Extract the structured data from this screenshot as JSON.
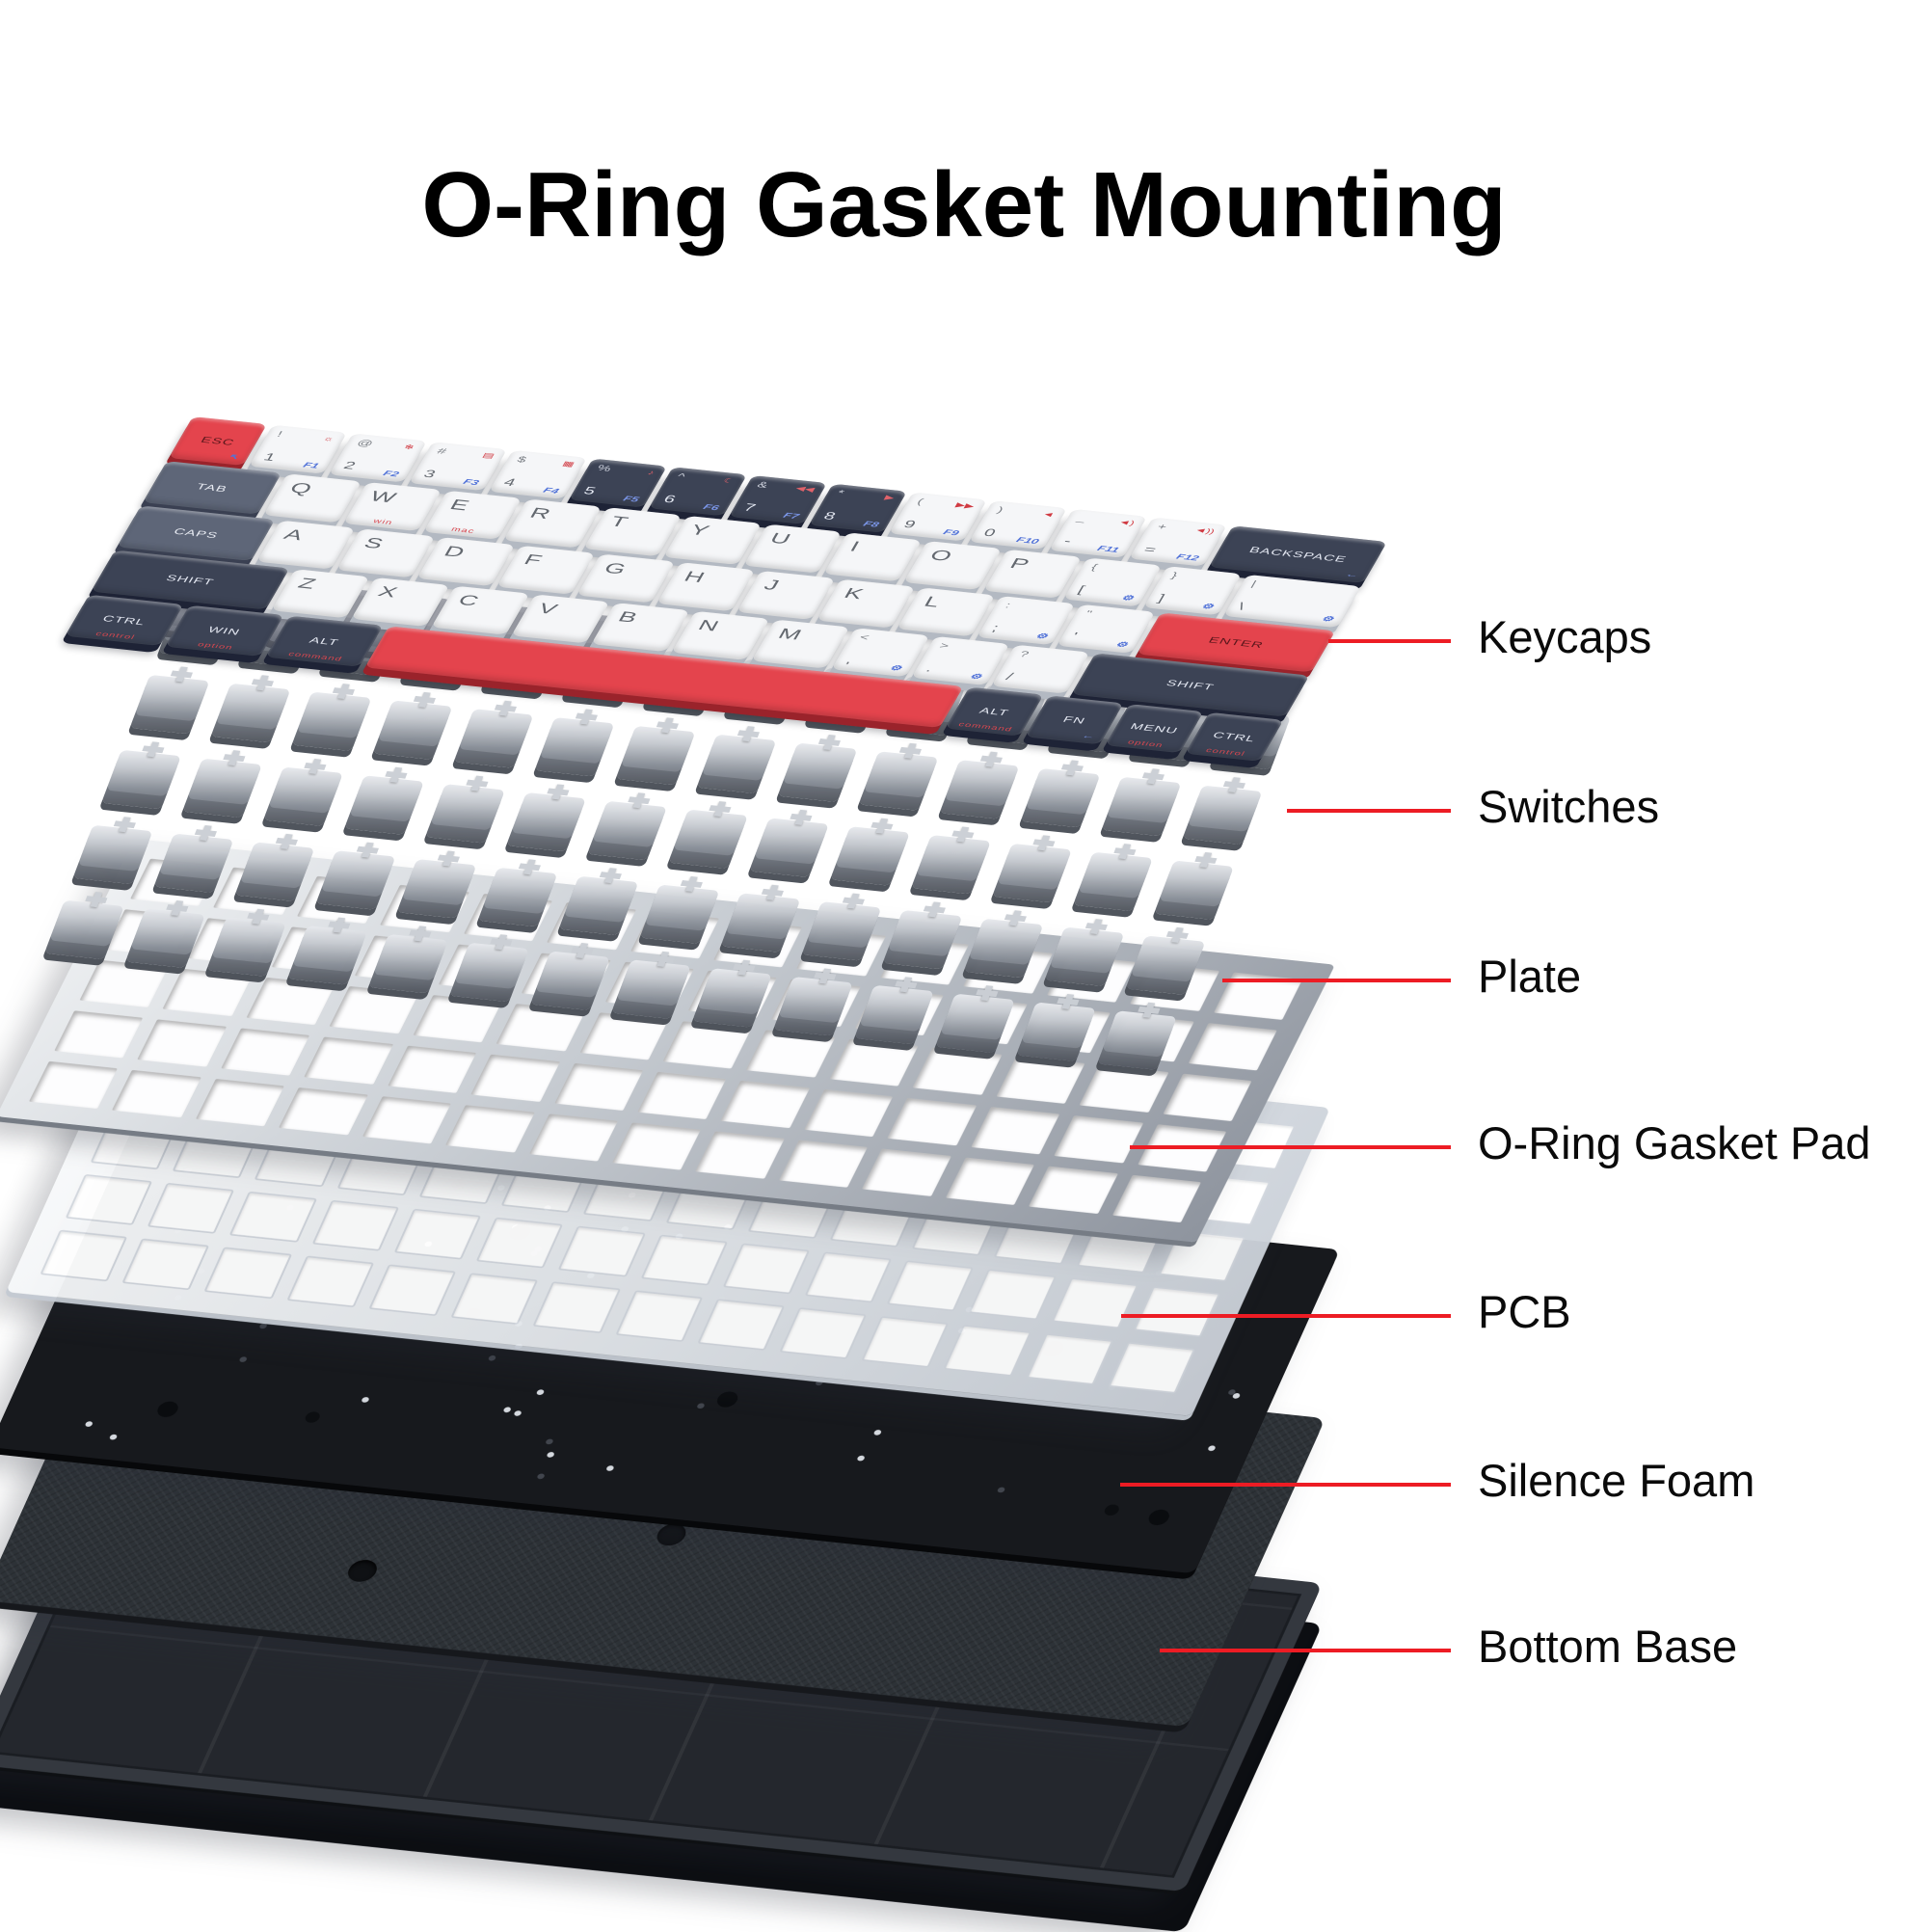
{
  "title": "O-Ring Gasket Mounting",
  "colors": {
    "accent": "#ed1c24",
    "keycap_red": "#e4444d",
    "keycap_dark": "#3c4355",
    "keycap_slate": "#5e6678",
    "keycap_white": "#f5f6f8",
    "plate_silver": "#c7ccd2",
    "pcb_black": "#17191d",
    "foam_gray": "#2d3237",
    "base_black": "#24272d"
  },
  "callouts": [
    {
      "label": "Keycaps"
    },
    {
      "label": "Switches"
    },
    {
      "label": "Plate"
    },
    {
      "label": "O-Ring Gasket Pad"
    },
    {
      "label": "PCB"
    },
    {
      "label": "Silence Foam"
    },
    {
      "label": "Bottom Base"
    }
  ],
  "keyboard": {
    "rows": [
      [
        {
          "m": "ESC",
          "c": "red",
          "w": 1,
          "fn": "↖"
        },
        {
          "t": "!",
          "m": "1",
          "fn": "F1",
          "ic": "☼",
          "c": "white",
          "w": 1
        },
        {
          "t": "@",
          "m": "2",
          "fn": "F2",
          "ic": "❄",
          "c": "white",
          "w": 1
        },
        {
          "t": "#",
          "m": "3",
          "fn": "F3",
          "ic": "▤",
          "c": "white",
          "w": 1
        },
        {
          "t": "$",
          "m": "4",
          "fn": "F4",
          "ic": "▦",
          "c": "white",
          "w": 1
        },
        {
          "t": "%",
          "m": "5",
          "fn": "F5",
          "ic": "♪",
          "c": "dark",
          "w": 1
        },
        {
          "t": "^",
          "m": "6",
          "fn": "F6",
          "ic": "☾",
          "c": "dark",
          "w": 1
        },
        {
          "t": "&",
          "m": "7",
          "fn": "F7",
          "ic": "◀◀",
          "c": "dark",
          "w": 1
        },
        {
          "t": "*",
          "m": "8",
          "fn": "F8",
          "ic": "▶",
          "c": "dark",
          "w": 1
        },
        {
          "t": "(",
          "m": "9",
          "fn": "F9",
          "ic": "▶▶",
          "c": "white",
          "w": 1
        },
        {
          "t": ")",
          "m": "0",
          "fn": "F10",
          "ic": "◄",
          "c": "white",
          "w": 1
        },
        {
          "t": "_",
          "m": "-",
          "fn": "F11",
          "ic": "◄)",
          "c": "white",
          "w": 1
        },
        {
          "t": "+",
          "m": "=",
          "fn": "F12",
          "ic": "◄))",
          "c": "white",
          "w": 1
        },
        {
          "m": "BACKSPACE",
          "fn": "←",
          "c": "dark",
          "w": 2
        }
      ],
      [
        {
          "m": "TAB",
          "c": "slate",
          "w": 1.5
        },
        {
          "m": "Q",
          "c": "white",
          "w": 1
        },
        {
          "m": "W",
          "c": "white",
          "w": 1,
          "sub": "win"
        },
        {
          "m": "E",
          "c": "white",
          "w": 1,
          "sub": "mac"
        },
        {
          "m": "R",
          "c": "white",
          "w": 1
        },
        {
          "m": "T",
          "c": "white",
          "w": 1
        },
        {
          "m": "Y",
          "c": "white",
          "w": 1
        },
        {
          "m": "U",
          "c": "white",
          "w": 1
        },
        {
          "m": "I",
          "c": "white",
          "w": 1
        },
        {
          "m": "O",
          "c": "white",
          "w": 1
        },
        {
          "m": "P",
          "c": "white",
          "w": 1
        },
        {
          "t": "{",
          "m": "[",
          "fn": "⚙",
          "c": "white",
          "w": 1
        },
        {
          "t": "}",
          "m": "]",
          "fn": "⚙",
          "c": "white",
          "w": 1
        },
        {
          "t": "|",
          "m": "\\",
          "fn": "⚙",
          "c": "white",
          "w": 1.5
        }
      ],
      [
        {
          "m": "CAPS",
          "c": "slate",
          "w": 1.75
        },
        {
          "m": "A",
          "c": "white",
          "w": 1
        },
        {
          "m": "S",
          "c": "white",
          "w": 1
        },
        {
          "m": "D",
          "c": "white",
          "w": 1
        },
        {
          "m": "F",
          "c": "white",
          "w": 1
        },
        {
          "m": "G",
          "c": "white",
          "w": 1
        },
        {
          "m": "H",
          "c": "white",
          "w": 1
        },
        {
          "m": "J",
          "c": "white",
          "w": 1
        },
        {
          "m": "K",
          "c": "white",
          "w": 1
        },
        {
          "m": "L",
          "c": "white",
          "w": 1
        },
        {
          "t": ":",
          "m": ";",
          "fn": "⚙",
          "c": "white",
          "w": 1
        },
        {
          "t": "\"",
          "m": "'",
          "fn": "⚙",
          "c": "white",
          "w": 1
        },
        {
          "m": "ENTER",
          "c": "red",
          "w": 2.25
        }
      ],
      [
        {
          "m": "SHIFT",
          "c": "dark",
          "w": 2.25
        },
        {
          "m": "Z",
          "c": "white",
          "w": 1
        },
        {
          "m": "X",
          "c": "white",
          "w": 1
        },
        {
          "m": "C",
          "c": "white",
          "w": 1
        },
        {
          "m": "V",
          "c": "white",
          "w": 1
        },
        {
          "m": "B",
          "c": "white",
          "w": 1
        },
        {
          "m": "N",
          "c": "white",
          "w": 1
        },
        {
          "m": "M",
          "c": "white",
          "w": 1
        },
        {
          "t": "<",
          "m": ",",
          "fn": "⚙",
          "c": "white",
          "w": 1
        },
        {
          "t": ">",
          "m": ".",
          "fn": "⚙",
          "c": "white",
          "w": 1
        },
        {
          "t": "?",
          "m": "/",
          "c": "white",
          "w": 1
        },
        {
          "m": "SHIFT",
          "c": "dark",
          "w": 2.75
        }
      ],
      [
        {
          "m": "CTRL",
          "sub": "control",
          "c": "dark",
          "w": 1.25
        },
        {
          "m": "WIN",
          "sub": "option",
          "c": "dark",
          "w": 1.25
        },
        {
          "m": "ALT",
          "sub": "command",
          "c": "dark",
          "w": 1.25
        },
        {
          "m": "",
          "c": "red",
          "w": 7.25
        },
        {
          "m": "ALT",
          "sub": "command",
          "c": "dark",
          "w": 1
        },
        {
          "m": "FN",
          "fn": "←",
          "c": "dark",
          "w": 1
        },
        {
          "m": "MENU",
          "sub": "option",
          "c": "dark",
          "w": 1
        },
        {
          "m": "CTRL",
          "sub": "control",
          "c": "dark",
          "w": 1
        }
      ]
    ]
  }
}
